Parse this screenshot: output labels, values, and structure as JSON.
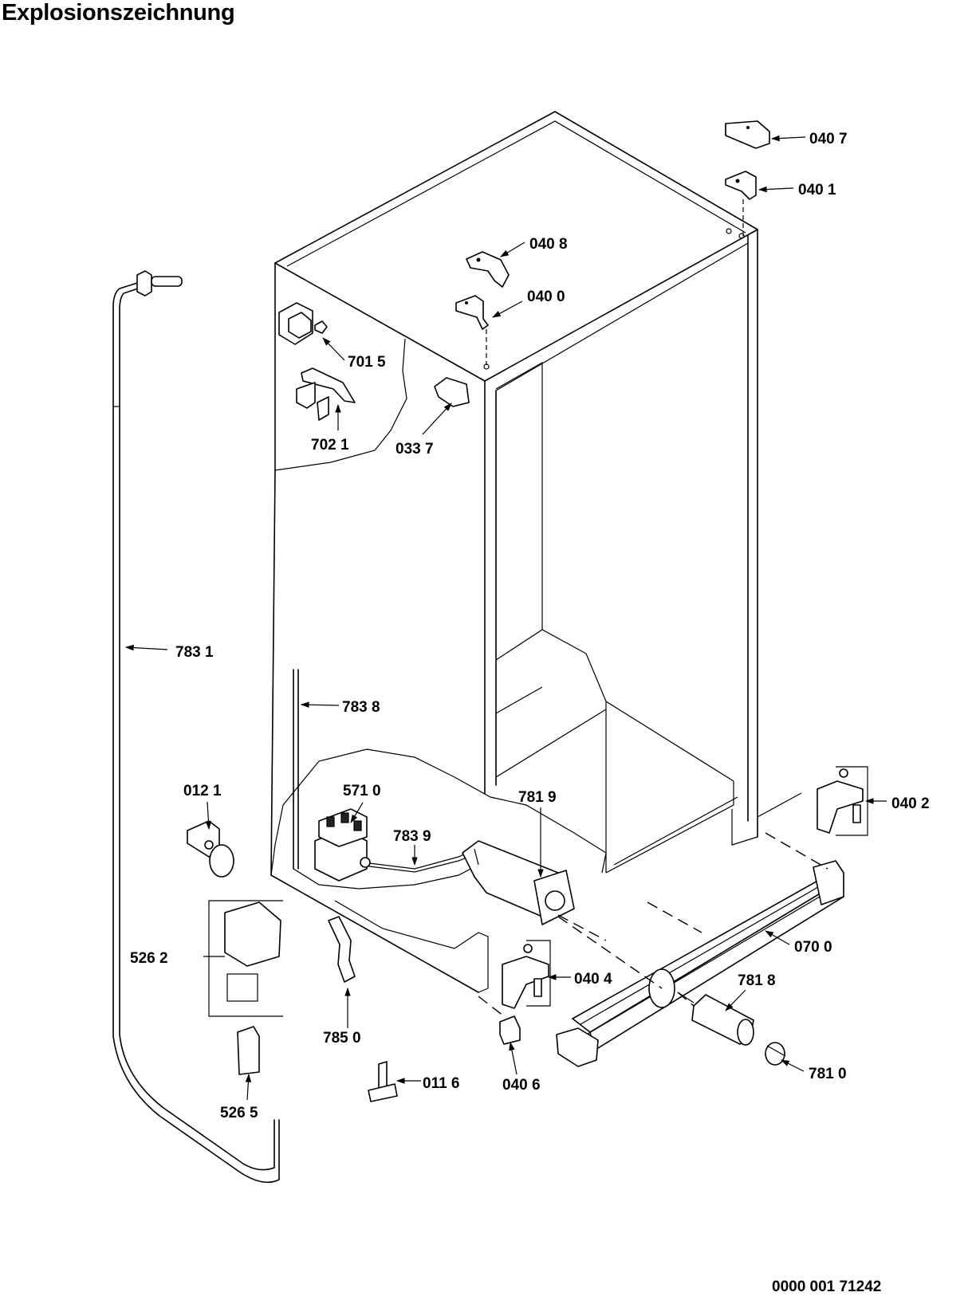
{
  "title": "Explosionszeichnung",
  "document_number": "0000 001 71242",
  "parts": [
    {
      "id": "part-0407",
      "label": "040 7"
    },
    {
      "id": "part-0401",
      "label": "040 1"
    },
    {
      "id": "part-0408",
      "label": "040 8"
    },
    {
      "id": "part-0400",
      "label": "040 0"
    },
    {
      "id": "part-7015",
      "label": "701 5"
    },
    {
      "id": "part-7021",
      "label": "702 1"
    },
    {
      "id": "part-0337",
      "label": "033 7"
    },
    {
      "id": "part-7831",
      "label": "783 1"
    },
    {
      "id": "part-7838",
      "label": "783 8"
    },
    {
      "id": "part-0121",
      "label": "012 1"
    },
    {
      "id": "part-5710",
      "label": "571 0"
    },
    {
      "id": "part-7819",
      "label": "781 9"
    },
    {
      "id": "part-7839",
      "label": "783 9"
    },
    {
      "id": "part-0402",
      "label": "040 2"
    },
    {
      "id": "part-0700",
      "label": "070 0"
    },
    {
      "id": "part-5262",
      "label": "526 2"
    },
    {
      "id": "part-0404",
      "label": "040 4"
    },
    {
      "id": "part-7818",
      "label": "781 8"
    },
    {
      "id": "part-7850",
      "label": "785 0"
    },
    {
      "id": "part-0116",
      "label": "011 6"
    },
    {
      "id": "part-0406",
      "label": "040 6"
    },
    {
      "id": "part-7810",
      "label": "781 0"
    },
    {
      "id": "part-5265",
      "label": "526 5"
    }
  ]
}
